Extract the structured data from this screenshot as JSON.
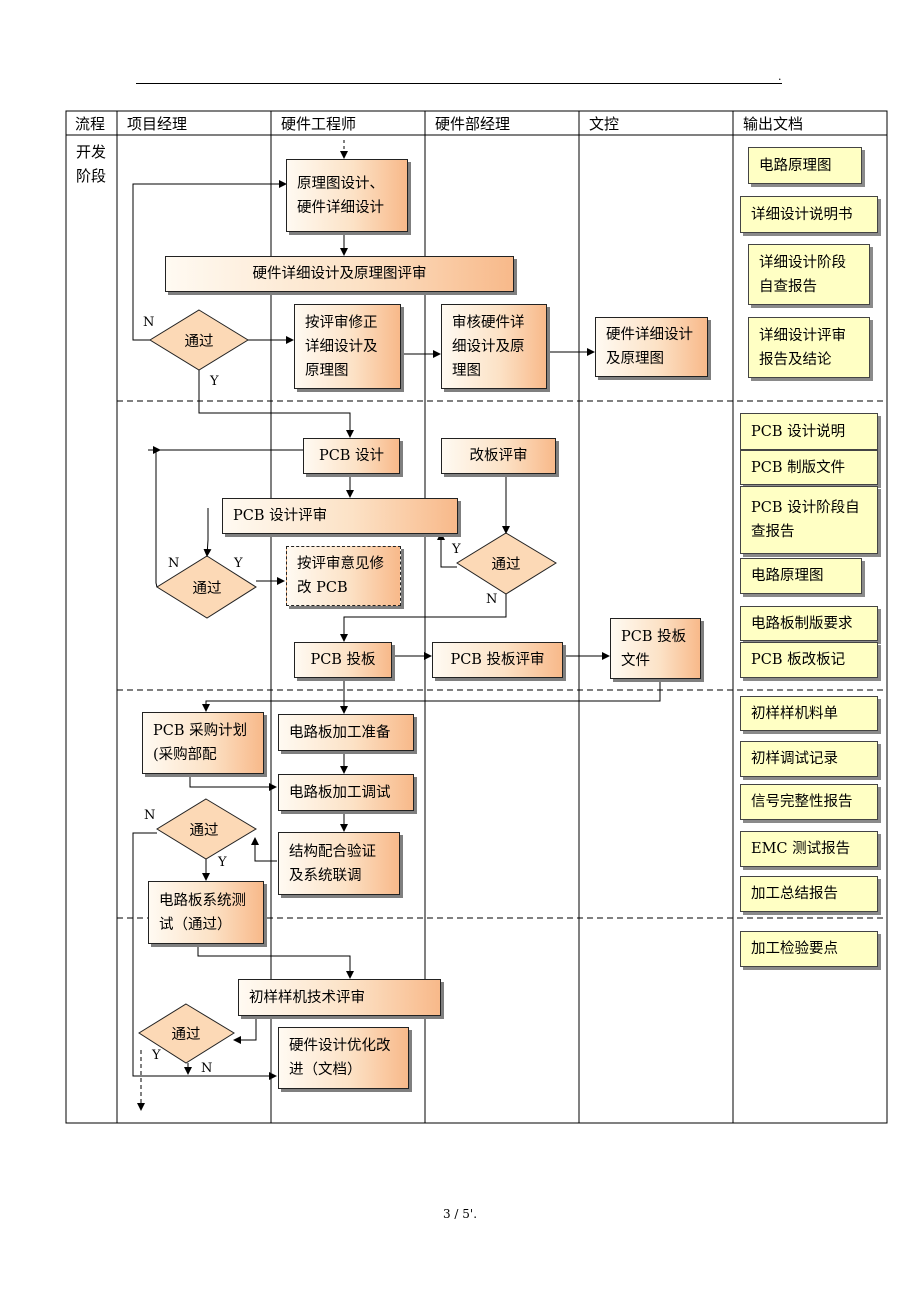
{
  "columns": [
    "流程",
    "项目经理",
    "硬件工程师",
    "硬件部经理",
    "文控",
    "输出文档"
  ],
  "phase": "开发阶段",
  "boxes": {
    "schematic_design": "原理图设计、硬件详细设计",
    "design_review": "硬件详细设计及原理图评审",
    "revise_by_review": "按评审修正详细设计及原理图",
    "audit_design": "审核硬件详细设计及原理图",
    "archive_design": "硬件详细设计及原理图",
    "pcb_design": "PCB 设计",
    "board_change_review": "改板评审",
    "pcb_design_review": "PCB 设计评审",
    "modify_pcb": "按评审意见修改 PCB",
    "pcb_release": "PCB 投板",
    "pcb_release_review": "PCB 投板评审",
    "pcb_release_file": "PCB 投板文件",
    "pcb_purchase": "PCB 采购计划(采购部配",
    "board_prep": "电路板加工准备",
    "board_debug": "电路板加工调试",
    "structure_verify": "结构配合验证及系统联调",
    "system_test": "电路板系统测试（通过）",
    "prototype_review": "初样样机技术评审",
    "design_optimize": "硬件设计优化改进（文档）"
  },
  "decision": "通过",
  "yes": "Y",
  "no": "N",
  "outputs": [
    "电路原理图",
    "详细设计说明书",
    "详细设计阶段自查报告",
    "详细设计评审报告及结论",
    "PCB 设计说明",
    "PCB 制版文件",
    "PCB 设计阶段自查报告",
    "电路原理图",
    "电路板制版要求",
    "PCB 板改板记",
    "初样样机料单",
    "初样调试记录",
    "信号完整性报告",
    "EMC 测试报告",
    "加工总结报告",
    "加工检验要点"
  ],
  "footer": "3  / 5'.",
  "top_mark": ".",
  "colors": {
    "box_fill": "#f8b98a",
    "output_fill": "#ffffc4"
  }
}
